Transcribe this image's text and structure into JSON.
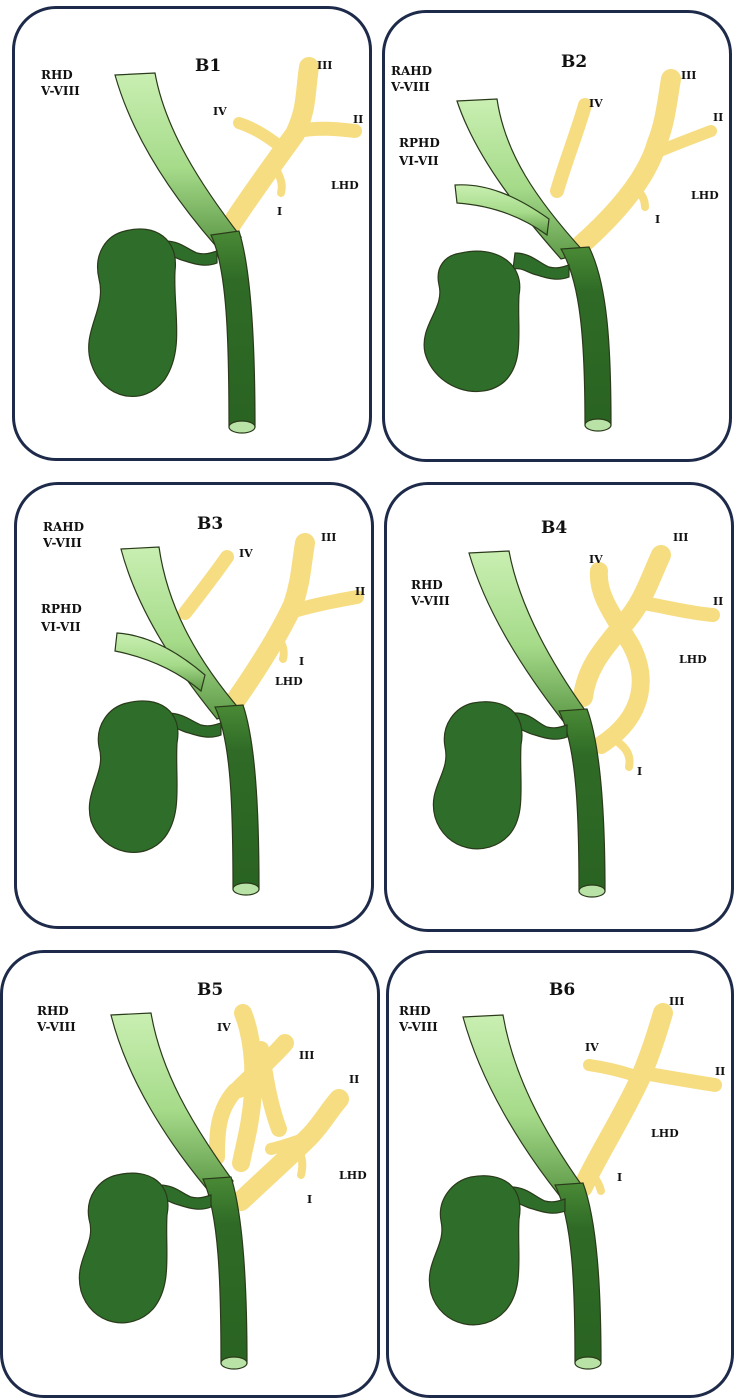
{
  "colors": {
    "gallbladder": "#2e6e2a",
    "common_duct": "#2f6b26",
    "right_duct": "#b8e6a0",
    "left_duct": "#f7dd82",
    "outline": "#2a3a1a",
    "border": "#1e2a4a"
  },
  "panels": [
    {
      "title": "B1",
      "labels": {
        "rhd": "RHD",
        "rhd_seg": "V-VIII",
        "iv": "IV",
        "iii": "III",
        "ii": "II",
        "i": "I",
        "lhd": "LHD"
      }
    },
    {
      "title": "B2",
      "labels": {
        "rahd": "RAHD",
        "rahd_seg": "V-VIII",
        "rphd": "RPHD",
        "rphd_seg": "VI-VII",
        "iv": "IV",
        "iii": "III",
        "ii": "II",
        "i": "I",
        "lhd": "LHD"
      }
    },
    {
      "title": "B3",
      "labels": {
        "rahd": "RAHD",
        "rahd_seg": "V-VIII",
        "rphd": "RPHD",
        "rphd_seg": "VI-VII",
        "iv": "IV",
        "iii": "III",
        "ii": "II",
        "i": "I",
        "lhd": "LHD"
      }
    },
    {
      "title": "B4",
      "labels": {
        "rhd": "RHD",
        "rhd_seg": "V-VIII",
        "iv": "IV",
        "iii": "III",
        "ii": "II",
        "i": "I",
        "lhd": "LHD"
      }
    },
    {
      "title": "B5",
      "labels": {
        "rhd": "RHD",
        "rhd_seg": "V-VIII",
        "iv": "IV",
        "iii": "III",
        "ii": "II",
        "i": "I",
        "lhd": "LHD"
      }
    },
    {
      "title": "B6",
      "labels": {
        "rhd": "RHD",
        "rhd_seg": "V-VIII",
        "iv": "IV",
        "iii": "III",
        "ii": "II",
        "i": "I",
        "lhd": "LHD"
      }
    }
  ]
}
